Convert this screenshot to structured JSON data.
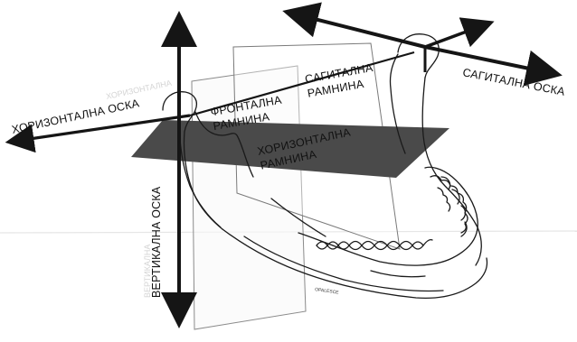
{
  "diagram": {
    "labels": {
      "horizontal_axis": "ХОРИЗОНТАЛНА ОСКА",
      "vertical_axis": "ВЕРТИКАЛНА ОСКА",
      "sagittal_axis": "САГИТАЛНА ОСКА",
      "frontal_plane_line1": "ФРОНТАЛНА",
      "frontal_plane_line2": "РАМНИНА",
      "sagittal_plane_line1": "САГИТАЛНА",
      "sagittal_plane_line2": "РАМНИНА",
      "horizontal_plane_line1": "ХОРИЗОНТАЛНА",
      "horizontal_plane_line2": "РАМНИНА",
      "ghost_top_left": "ХОРИЗОНТАЛНА",
      "ghost_left_vertical": "ВЕРТИКАЛНА",
      "bone_marking": "OPALESCE"
    },
    "colors": {
      "line": "#1a1a1a",
      "arrow": "#151515",
      "horizontal_plane": "#4a4a4a",
      "frontal_plane_outline": "#8a8a8a",
      "faint_background": "#e2e2e2"
    }
  }
}
